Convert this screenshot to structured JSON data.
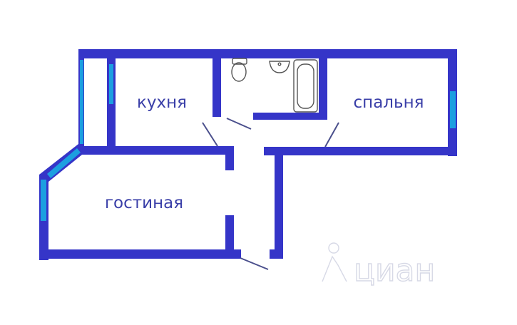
{
  "rooms": {
    "kitchen": "кухня",
    "bedroom": "спальня",
    "living": "гостиная"
  },
  "watermark": "циан",
  "colors": {
    "wall": "#3535c8",
    "window": "#1c9fe0",
    "fixture": "#555555",
    "door": "#4a4f8c",
    "label": "#3a3fa8"
  }
}
